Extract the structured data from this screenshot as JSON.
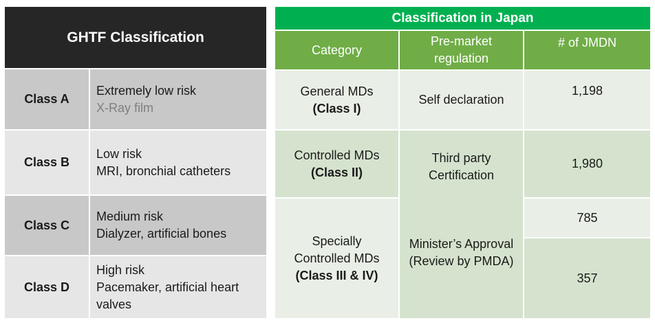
{
  "ghtf": {
    "title": "GHTF Classification",
    "rows": [
      {
        "class": "Class A",
        "risk": "Extremely low risk",
        "examples": "X-Ray film"
      },
      {
        "class": "Class B",
        "risk": "Low risk",
        "examples": "MRI, bronchial catheters"
      },
      {
        "class": "Class C",
        "risk": "Medium risk",
        "examples": "Dialyzer, artificial bones"
      },
      {
        "class": "Class D",
        "risk": "High risk",
        "examples_line1": "Pacemaker, artificial heart",
        "examples_line2": "valves"
      }
    ]
  },
  "japan": {
    "title": "Classification in Japan",
    "headers": {
      "category": "Category",
      "regulation_line1": "Pre-market",
      "regulation_line2": "regulation",
      "jmdn": "# of JMDN"
    },
    "general": {
      "name": "General MDs",
      "class": "(Class I)",
      "regulation": "Self declaration",
      "jmdn": "1,198"
    },
    "controlled": {
      "name": "Controlled MDs",
      "class": "(Class II)",
      "jmdn": "1,980"
    },
    "third_party": {
      "line1": "Third party",
      "line2": "Certification"
    },
    "specially": {
      "line1": "Specially",
      "line2": "Controlled MDs",
      "class": "(Class III & IV)"
    },
    "minister": {
      "line1": "Minister’s Approval",
      "line2": "(Review by PMDA)"
    },
    "jmdn_785": "785",
    "jmdn_357": "357"
  },
  "colors": {
    "ghtf_header": "#262626",
    "ghtf_dark": "#c8c8c8",
    "ghtf_light": "#e6e6e6",
    "japan_title": "#00b050",
    "japan_header": "#70ad47",
    "japan_light": "#e9efe6",
    "japan_mid": "#d5e3ce"
  }
}
